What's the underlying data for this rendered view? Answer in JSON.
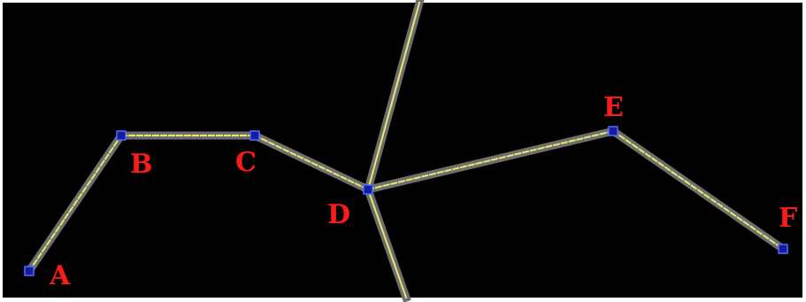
{
  "colors": {
    "background": "#000000",
    "frame": "#ffffff",
    "path_shadow": "#6e6e6e",
    "path_line": "#e8e870",
    "node_fill": "#1a1aa0",
    "node_stroke": "#4a6cff",
    "label": "#ff1a1a"
  },
  "nodes": [
    {
      "id": "A",
      "label": "A"
    },
    {
      "id": "B",
      "label": "B"
    },
    {
      "id": "C",
      "label": "C"
    },
    {
      "id": "D",
      "label": "D"
    },
    {
      "id": "E",
      "label": "E"
    },
    {
      "id": "F",
      "label": "F"
    }
  ],
  "path_order": [
    "A",
    "B",
    "C",
    "D",
    "E",
    "F"
  ],
  "crossing_line": {
    "through": "D"
  },
  "icons": {
    "node_marker": "square-node-icon"
  }
}
